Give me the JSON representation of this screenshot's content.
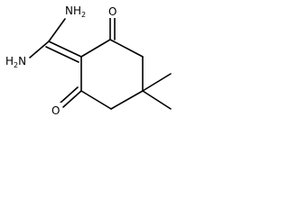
{
  "structure": {
    "atoms": [
      {
        "id": "n1",
        "label": "NH2",
        "label_main": "NH",
        "label_sub": "2"
      },
      {
        "id": "n2",
        "label": "H2N",
        "label_pre": "H",
        "label_sub": "2",
        "label_main": "N"
      },
      {
        "id": "o1",
        "label": "O"
      },
      {
        "id": "o2",
        "label": "O"
      }
    ],
    "colors": {
      "bond": "#000000",
      "label": "#000000",
      "background": "#ffffff"
    }
  }
}
